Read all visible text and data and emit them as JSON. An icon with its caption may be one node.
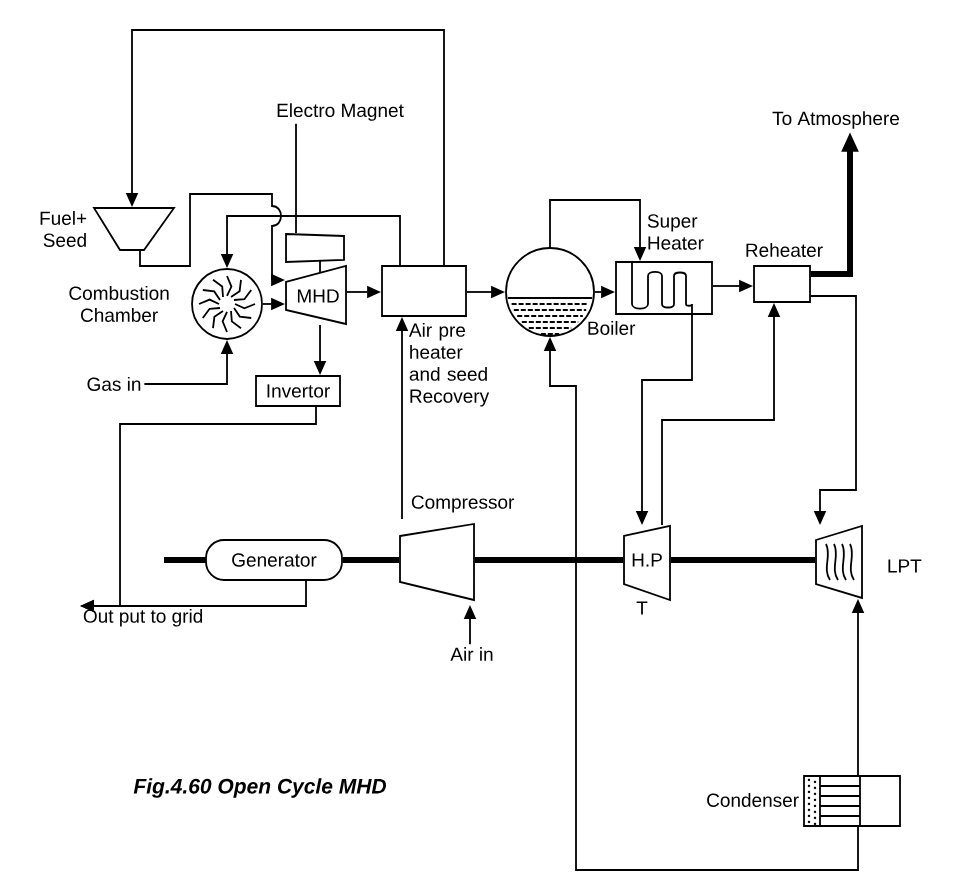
{
  "diagram": {
    "caption": "Fig.4.60 Open Cycle MHD",
    "nodes": [
      {
        "text": [
          "Fuel+ Seed"
        ]
      },
      {
        "text": [
          "Combustion Chamber"
        ]
      },
      {
        "text": [
          "MHD"
        ]
      },
      {
        "text": [
          "Electro Magnet"
        ]
      },
      {
        "text": [
          "Invertor"
        ]
      },
      {
        "text": [
          "Air pre heater and seed Recovery"
        ]
      },
      {
        "text": [
          "Boiler"
        ]
      },
      {
        "text": [
          "Super Heater"
        ]
      },
      {
        "text": [
          "Reheater"
        ]
      },
      {
        "text": [
          "To Atmosphere"
        ]
      },
      {
        "text": [
          "Generator"
        ]
      },
      {
        "text": [
          "Compressor"
        ]
      },
      {
        "text": [
          "H.P",
          "T"
        ]
      },
      {
        "text": [
          "LPT"
        ]
      },
      {
        "text": [
          "Condenser"
        ]
      },
      {
        "text": [
          "Gas in"
        ]
      },
      {
        "text": [
          "Air in"
        ]
      },
      {
        "text": [
          "Out put to grid"
        ]
      }
    ],
    "edges": [
      {
        "from": 5,
        "to": 0,
        "arrow": "to"
      },
      {
        "from": 0,
        "to": 2,
        "arrow": "to"
      },
      {
        "from": 5,
        "to": 1,
        "arrow": "to"
      },
      {
        "from": 1,
        "to": 2,
        "arrow": "to"
      },
      {
        "from": 15,
        "to": 1,
        "arrow": "to"
      },
      {
        "from": 2,
        "to": 5,
        "arrow": "to"
      },
      {
        "from": 2,
        "to": 4,
        "arrow": "to"
      },
      {
        "from": 4,
        "to": 17,
        "arrow": "to"
      },
      {
        "from": 10,
        "to": 17,
        "arrow": "to"
      },
      {
        "from": 16,
        "to": 11,
        "arrow": "to"
      },
      {
        "from": 11,
        "to": 5,
        "arrow": "to"
      },
      {
        "from": 5,
        "to": 6,
        "arrow": "to"
      },
      {
        "from": 6,
        "to": 7,
        "arrow": "to"
      },
      {
        "from": 6,
        "to": 7,
        "arrow": "to"
      },
      {
        "from": 7,
        "to": 8,
        "arrow": "to"
      },
      {
        "from": 8,
        "to": 9,
        "arrow": "to",
        "style": "thick"
      },
      {
        "from": 7,
        "to": 12,
        "arrow": "to"
      },
      {
        "from": 12,
        "to": 8,
        "arrow": "to"
      },
      {
        "from": 8,
        "to": 13,
        "arrow": "to"
      },
      {
        "from": 14,
        "to": 13,
        "arrow": "to"
      },
      {
        "from": 14,
        "to": 6,
        "arrow": "to"
      },
      {
        "from": 10,
        "to": 11,
        "arrow": "none",
        "style": "thick"
      },
      {
        "from": 11,
        "to": 12,
        "arrow": "none",
        "style": "thick"
      },
      {
        "from": 12,
        "to": 13,
        "arrow": "none",
        "style": "thick"
      },
      {
        "from": 3,
        "to": 2,
        "arrow": "none"
      }
    ]
  }
}
